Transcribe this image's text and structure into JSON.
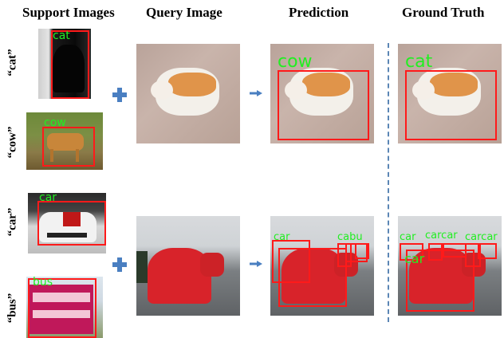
{
  "headers": {
    "support": "Support Images",
    "query": "Query Image",
    "prediction": "Prediction",
    "ground_truth": "Ground Truth"
  },
  "support_labels": [
    "“cat”",
    "“cow”",
    "“car”",
    "“bus”"
  ],
  "boxes": {
    "cat": "cat",
    "cow": "cow",
    "car": "car",
    "bus": "bus",
    "pred_top": "cow",
    "gt_top": "cat",
    "pred_bottom_1": "car",
    "pred_bottom_2": "cabu",
    "gt_bottom_1": "car",
    "gt_bottom_2": "carcar",
    "gt_bottom_3": "carcar",
    "gt_bottom_4": "car"
  },
  "colors": {
    "box": "#ff1a1a",
    "label": "#22ee22",
    "accent": "#4a7fc1",
    "divider": "#5b86b5"
  }
}
